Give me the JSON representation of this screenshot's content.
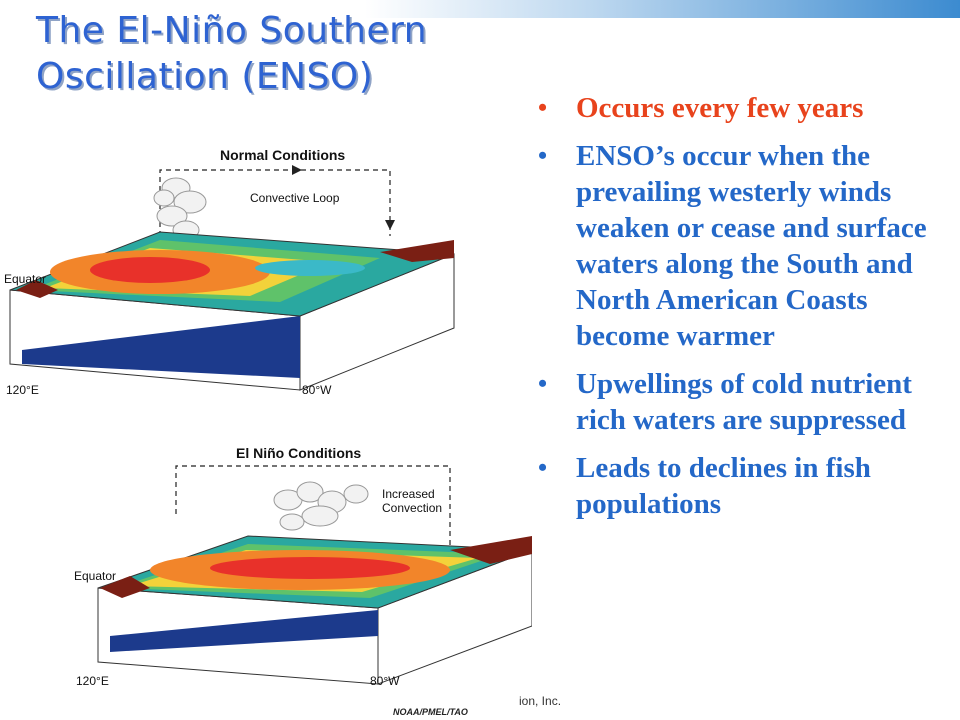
{
  "slide": {
    "title_line1": "The El-Niño Southern",
    "title_line2": "Oscillation (ENSO)",
    "bullets": [
      "Occurs every few years",
      "ENSO’s occur when the prevailing westerly winds weaken or cease and surface waters along the South and North American Coasts become warmer",
      "Upwellings of cold nutrient rich waters are suppressed",
      "Leads to declines in fish populations"
    ],
    "footer_fragment": "ion, Inc.",
    "image_credit": "NOAA/PMEL/TAO"
  },
  "diagram_top": {
    "heading": "Normal Conditions",
    "loop_label": "Convective Loop",
    "equator_label": "Equator",
    "left_lon": "120°E",
    "right_lon": "80°W"
  },
  "diagram_bottom": {
    "heading": "El Niño Conditions",
    "convection_line1": "Increased",
    "convection_line2": "Convection",
    "equator_label": "Equator",
    "left_lon": "120°E",
    "right_lon": "80°W"
  },
  "colors": {
    "title": "#2e63d2",
    "bullet_text": "#2468c8",
    "first_bullet": "#e8431c",
    "deep_water": "#1c3a8c",
    "warm_pool": "#e8312a",
    "land": "#7a1f14"
  }
}
